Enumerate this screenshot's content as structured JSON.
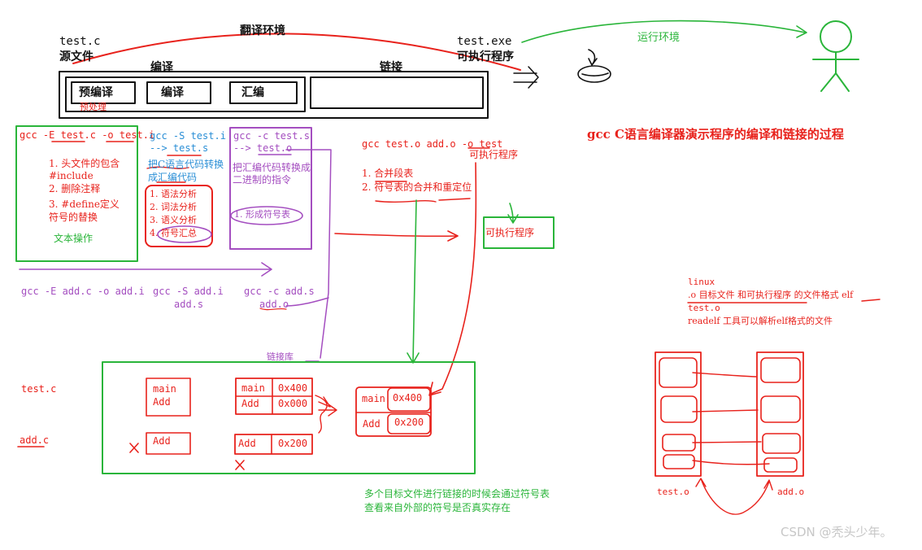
{
  "top": {
    "source_file": "test.c",
    "source_label": "源文件",
    "translation_env": "翻译环境",
    "exe_file": "test.exe",
    "exe_label": "可执行程序",
    "runtime_env": "运行环境",
    "compile_group": "编译",
    "link_group": "链接",
    "preprocess_box": "预编译",
    "compile_box": "编译",
    "assemble_box": "汇编",
    "preprocess_note": "预处理"
  },
  "title": "gcc C语言编译器演示程序的编译和链接的过程",
  "preprocess": {
    "cmd_prefix": "gcc -E",
    "cmd_file": "test.c",
    "cmd_opt": "-o",
    "cmd_out": "test.i",
    "items": [
      "1. 头文件的包含",
      "#include",
      "2. 删除注释",
      "3. #define定义",
      "符号的替换"
    ],
    "footer": "文本操作",
    "add_cmd": "gcc -E add.c -o add.i"
  },
  "compile": {
    "cmd1": "gcc -S test.i",
    "cmd2": "--> test.s",
    "desc1": "把C语言代码转换",
    "desc2": "成汇编代码",
    "items": [
      "1. 语法分析",
      "2. 词法分析",
      "3. 语义分析",
      "4. 符号汇总"
    ],
    "add_cmd1": "gcc -S add.i",
    "add_cmd2": "add.s"
  },
  "assemble": {
    "cmd1": "gcc -c test.s",
    "cmd2": "--> test.o",
    "desc1": "把汇编代码转换成",
    "desc2": "二进制的指令",
    "item": "1. 形成符号表",
    "add_cmd1": "gcc -c add.s",
    "add_cmd2": "add.o"
  },
  "link": {
    "cmd": "gcc test.o add.o  -o test",
    "exe_label": "可执行程序",
    "items": [
      "1. 合并段表",
      "2. 符号表的合并和重定位"
    ],
    "exe_box": "可执行程序",
    "lib_label": "链接库"
  },
  "symbols": {
    "test_c": "test.c",
    "add_c": "add.c",
    "test_block": [
      "main",
      "Add"
    ],
    "add_block": "Add",
    "test_table": [
      [
        "main",
        "0x400"
      ],
      [
        "Add",
        "0x000"
      ]
    ],
    "add_table": [
      [
        "Add",
        "0x200"
      ]
    ],
    "merged_table": [
      [
        "main",
        "0x400"
      ],
      [
        "Add",
        "0x200"
      ]
    ]
  },
  "link_note": [
    "多个目标文件进行链接的时候会通过符号表",
    "查看来自外部的符号是否真实存在"
  ],
  "elf": {
    "line1": "linux",
    "line2": ".o 目标文件 和可执行程序 的文件格式 elf",
    "line3": "test.o",
    "line4": "readelf  工具可以解析elf格式的文件",
    "left_label": "test.o",
    "right_label": "add.o"
  },
  "watermark": "CSDN @秃头少年。",
  "colors": {
    "red": "#e8221c",
    "green": "#2ab53a",
    "purple": "#a44ec0",
    "blue": "#2b8fd6",
    "black": "#111111"
  }
}
